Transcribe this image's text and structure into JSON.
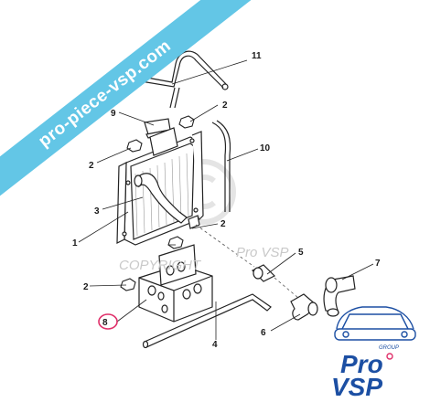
{
  "banner": {
    "text": "pro-piece-vsp.com",
    "color": "#63c6e6"
  },
  "watermark": {
    "copyright_text": "COPYRIGHT",
    "brand_text": "Pro VSP"
  },
  "callouts": [
    {
      "id": "c11",
      "label": "11"
    },
    {
      "id": "c9",
      "label": "9"
    },
    {
      "id": "c2a",
      "label": "2"
    },
    {
      "id": "c2b",
      "label": "2"
    },
    {
      "id": "c10",
      "label": "10"
    },
    {
      "id": "c3",
      "label": "3"
    },
    {
      "id": "c2c",
      "label": "2"
    },
    {
      "id": "c1",
      "label": "1"
    },
    {
      "id": "c5",
      "label": "5"
    },
    {
      "id": "c7",
      "label": "7"
    },
    {
      "id": "c2d",
      "label": "2"
    },
    {
      "id": "c8",
      "label": "8"
    },
    {
      "id": "c6",
      "label": "6"
    },
    {
      "id": "c4",
      "label": "4"
    }
  ],
  "highlight_color": "#e0306a",
  "logo": {
    "line1": "Pro",
    "line2": "VSP",
    "tag": "GROUP",
    "color": "#1c4fa3"
  }
}
